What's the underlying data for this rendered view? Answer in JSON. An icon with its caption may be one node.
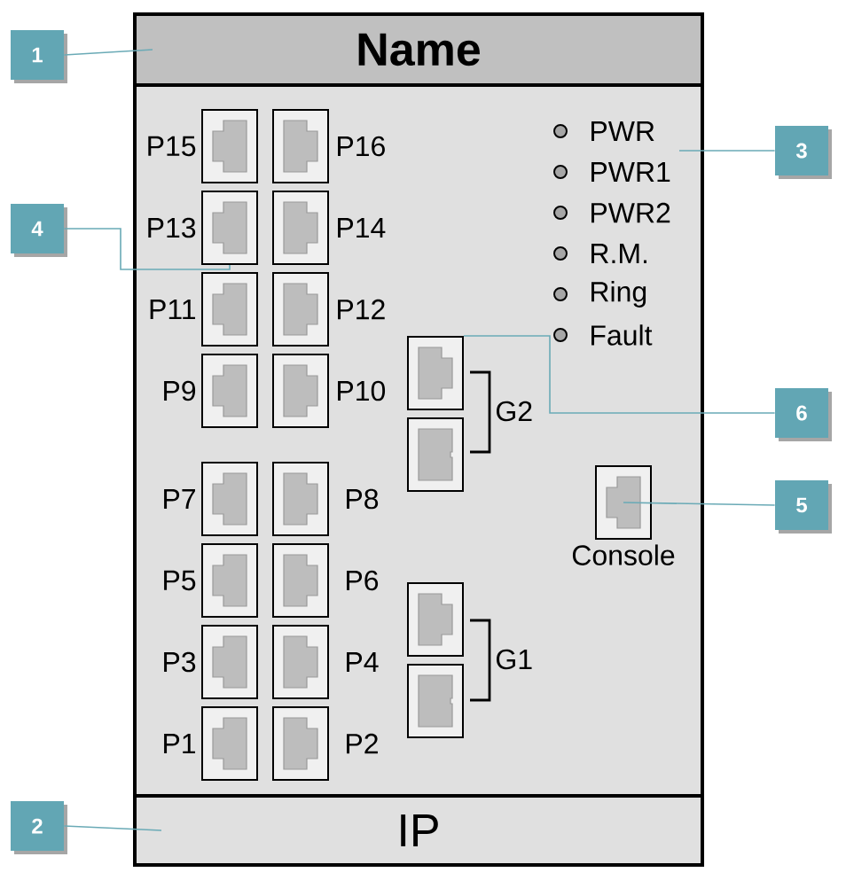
{
  "diagram": {
    "nodes": [
      {
        "text": [
          "Name"
        ]
      },
      {
        "text": [
          "IP"
        ]
      },
      {
        "text": [],
        "shape": "box",
        "beside": [
          "P15"
        ]
      },
      {
        "text": [],
        "shape": "box",
        "beside": [
          "P16"
        ]
      },
      {
        "text": [],
        "shape": "box",
        "beside": [
          "P13"
        ]
      },
      {
        "text": [],
        "shape": "box",
        "beside": [
          "P14"
        ]
      },
      {
        "text": [],
        "shape": "box",
        "beside": [
          "P11"
        ]
      },
      {
        "text": [],
        "shape": "box",
        "beside": [
          "P12"
        ]
      },
      {
        "text": [],
        "shape": "box",
        "beside": [
          "P9"
        ]
      },
      {
        "text": [],
        "shape": "box",
        "beside": [
          "P10"
        ]
      },
      {
        "text": [],
        "shape": "box"
      },
      {
        "text": [],
        "shape": "box"
      },
      {
        "text": [],
        "shape": "box",
        "beside": [
          "P7"
        ]
      },
      {
        "text": [],
        "shape": "box",
        "beside": [
          "P8"
        ]
      },
      {
        "text": [],
        "shape": "box",
        "beside": [
          "P5"
        ]
      },
      {
        "text": [],
        "shape": "box",
        "beside": [
          "P6"
        ]
      },
      {
        "text": [],
        "shape": "box",
        "beside": [
          "P3"
        ]
      },
      {
        "text": [],
        "shape": "box",
        "beside": [
          "P4"
        ]
      },
      {
        "text": [],
        "shape": "box"
      },
      {
        "text": [],
        "shape": "box"
      },
      {
        "text": [],
        "shape": "box",
        "beside": [
          "P1"
        ]
      },
      {
        "text": [],
        "shape": "box",
        "beside": [
          "P2"
        ]
      },
      {
        "text": [],
        "shape": "box",
        "beside": [
          "Console"
        ]
      },
      {
        "text": [
          "1"
        ]
      },
      {
        "text": [
          "2"
        ]
      },
      {
        "text": [
          "3"
        ]
      },
      {
        "text": [
          "4"
        ]
      },
      {
        "text": [
          "5"
        ]
      },
      {
        "text": [
          "6"
        ]
      }
    ],
    "edges": [
      {
        "from": 23,
        "to": 0,
        "arrow": "none"
      },
      {
        "from": 24,
        "to": 1,
        "arrow": "none"
      },
      {
        "from": 25,
        "to": null,
        "arrow": "none"
      },
      {
        "from": 26,
        "to": 4,
        "arrow": "none"
      },
      {
        "from": 27,
        "to": 22,
        "arrow": "none"
      },
      {
        "from": 28,
        "to": 10,
        "arrow": "none"
      }
    ],
    "labels": [
      "PWR",
      "PWR1",
      "PWR2",
      "R.M.",
      "Ring",
      "Fault",
      "G2",
      "G1"
    ]
  }
}
